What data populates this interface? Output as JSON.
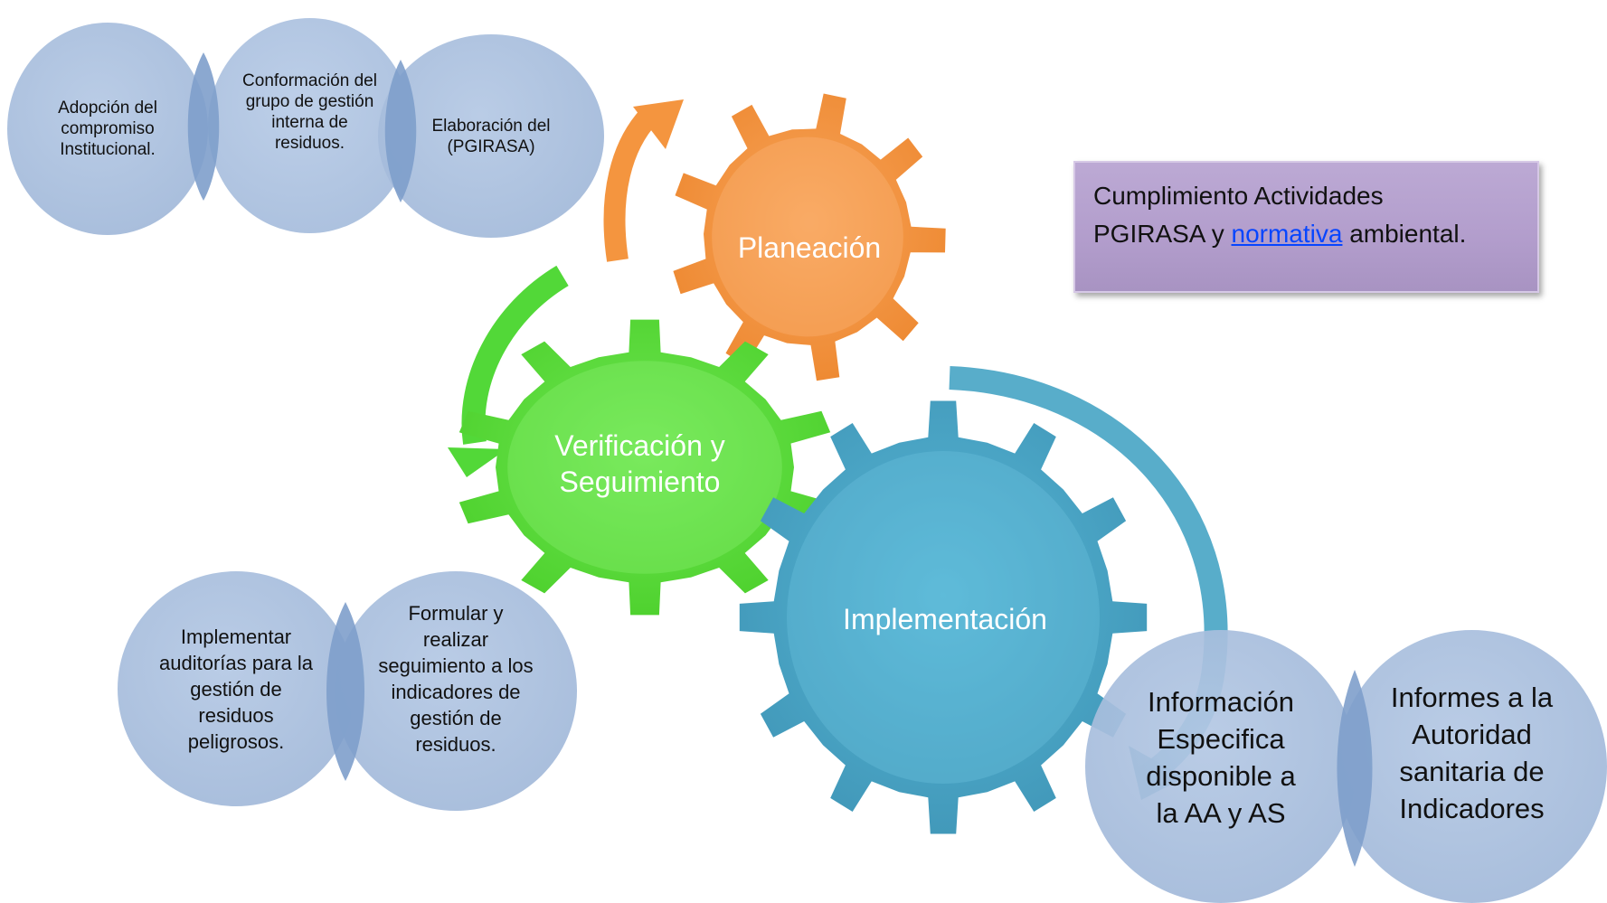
{
  "circles_top": [
    "Adopción del compromiso Institucional.",
    "Conformación del grupo de gestión interna de residuos.",
    "Elaboración del (PGIRASA)"
  ],
  "circles_bottom_left": [
    "Implementar auditorías para la gestión de residuos peligrosos.",
    "Formular y realizar seguimiento a los indicadores de gestión de residuos."
  ],
  "circles_bottom_right": [
    "Información Especifica disponible a la AA y AS",
    "Informes a la Autoridad sanitaria de Indicadores"
  ],
  "box": {
    "line1": "Cumplimiento Actividades",
    "before_link": "PGIRASA y ",
    "link": "normativa",
    "after_link": " ambiental."
  },
  "gears": {
    "planeacion": "Planeación",
    "verificacion": "Verificación y Seguimiento",
    "implementacion": "Implementación"
  },
  "colors": {
    "orange": "#f4933e",
    "green": "#5ddc3c",
    "blue": "#4ba9c9",
    "circle": "#a8bfdf",
    "box": "#b8a4d0"
  }
}
